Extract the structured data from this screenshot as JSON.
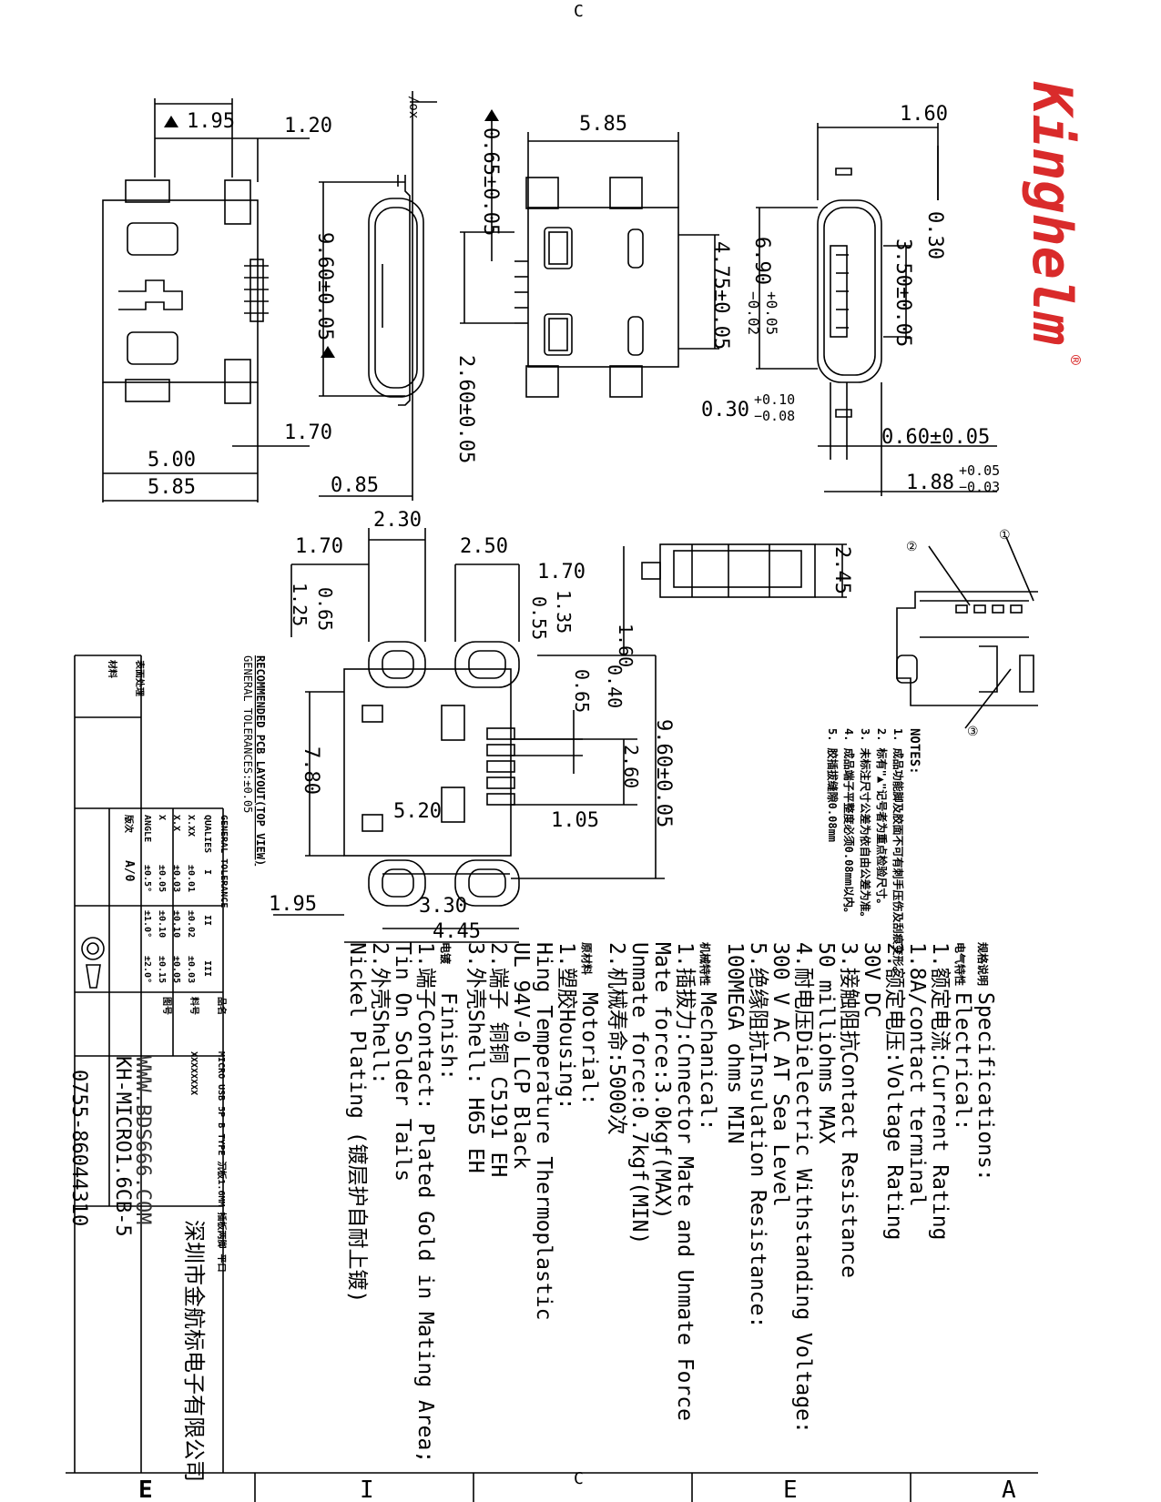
{
  "brand": {
    "name": "Kinghelm",
    "registered": "®",
    "color": "#d92b2b"
  },
  "top_view": {
    "d1": "1.95",
    "d2": "1.20",
    "d3": "1.70",
    "d4": "5.00",
    "d5": "5.85"
  },
  "side_view": {
    "height": "9.60±0.05",
    "bottom": "0.85",
    "xlabel": "/ox"
  },
  "front_view": {
    "width": "5.85",
    "pitch": "0.65±0.05",
    "span": "2.60±0.05",
    "inner": "4.75±0.05"
  },
  "end_view": {
    "w": "1.60",
    "t": "0.30",
    "h1": "6.90",
    "h1_tol_plus": "+0.05",
    "h1_tol_minus": "−0.02",
    "h2": "3.50±0.05",
    "a": "0.30",
    "a_tol_plus": "+0.10",
    "a_tol_minus": "−0.08",
    "b": "0.60±0.05",
    "c": "1.88",
    "c_tol_plus": "+0.05",
    "c_tol_minus": "−0.03"
  },
  "pcb_layout": {
    "title": "RECOMMENDED PCB LAYOUT(TOP VIEW)",
    "tolerance": "GENERAL TOLERANCES:±0.05",
    "d1": "2.30",
    "d2": "1.70",
    "d3": "2.50",
    "d4": "1.70",
    "d5": "1.25",
    "d6": "0.65",
    "d7": "0.55",
    "d8": "1.35",
    "d9": "1.60",
    "d10": "0.40",
    "d11": "0.65",
    "d12": "9.60±0.05",
    "d13": "7.80",
    "d14": "5.20",
    "d15": "2.60",
    "d16": "1.05",
    "d17": "1.95",
    "d18": "3.30",
    "d19": "4.45"
  },
  "detail": {
    "height": "2.45",
    "callout1": "①",
    "callout2": "②",
    "callout3": "③"
  },
  "notes": {
    "title": "NOTES:",
    "items": [
      "1. 成品功能脚及胶面不可有刺手压伤及刮痕变形。",
      "2. 标有\"▲\"记号者为重点检验尺寸。",
      "3. 未标注尺寸公差为依自由公差为准。",
      "4. 成品端子平整度必须0.08mm以内。",
      "5. 胶插拔缝隙0.08mm"
    ]
  },
  "specs": {
    "title_cn": "规格说明",
    "title": "Specifications:",
    "electrical_cn": "电气特性",
    "electrical": "Electrical:",
    "lines": [
      "1.额定电流:Current Rating",
      "    1.8A/contact terminal",
      "2.额定电压:Voltage Rating",
      "    30V DC",
      "3.接触阻抗Contact Resistance",
      "    50 milliohms MAX",
      "4.耐电压Dielectric Withstanding Voltage:",
      "    300 V AC AT Sea Level",
      "5.绝缘阻抗Insulation Resistance:",
      "    100MEGA ohms MIN"
    ],
    "mechanical_cn": "机械特性",
    "mechanical": "Mechanical:",
    "mech_lines": [
      "1.插拔力:Cnnector Mate and Unmate Force",
      "    Mate force:3.0kgf(MAX)",
      "    Unmate force:0.7kgf(MIN)",
      "2.机械寿命:5000次"
    ],
    "material_cn": "原材料",
    "material": "Motorial:",
    "mat_lines": [
      "1.塑胶Housing:",
      "    Hing Temperature Thermoplastic",
      "    UL 94V-0  LCP Black",
      "2.端子 铜铜 C5191 EH",
      "3.外壳Shell: H65 EH"
    ],
    "finish_cn": "电镀",
    "finish": "Finish:",
    "fin_lines": [
      "1.端子Contact: Plated Gold in Mating Area;",
      "    Tin On Solder Tails",
      "2.外壳Shell:",
      "    Nickel Plating (镀层护自耐上镀)"
    ]
  },
  "title_block": {
    "surface_treatment": "表面处理",
    "material": "材料",
    "tolerance_title": "GENERAL TOLERANCE",
    "tol_rows": [
      "X.XX",
      "X.X",
      "X",
      "ANGLE"
    ],
    "tol_i": [
      "±0.01",
      "±0.03",
      "±0.05",
      "±0.5°"
    ],
    "tol_ii": [
      "±0.02",
      "±0.10",
      "±0.10",
      "±1.0°"
    ],
    "tol_iii": [
      "±0.03",
      "±0.05",
      "±0.15",
      "±2.0°"
    ],
    "cols": [
      "QUALIES",
      "I",
      "II",
      "III"
    ],
    "version": "A/0",
    "version_label": "版次",
    "product_name_label": "品名",
    "product_name": "MICRO USB 5P B TYPE 沉板1.6MM 插板两脚 平口",
    "part_no_label": "料号",
    "part_no": "XXXXXXXX",
    "drawing_no_label": "图号",
    "drawing_no": "KH-MICRO1.6CB-5",
    "company": "深圳市金航标电子有限公司",
    "website": "WWW.BDS666.COM",
    "phone": "0755-86044310"
  },
  "frame": {
    "left_letter": "E",
    "letters": [
      "E",
      "I",
      "E",
      "A"
    ]
  }
}
